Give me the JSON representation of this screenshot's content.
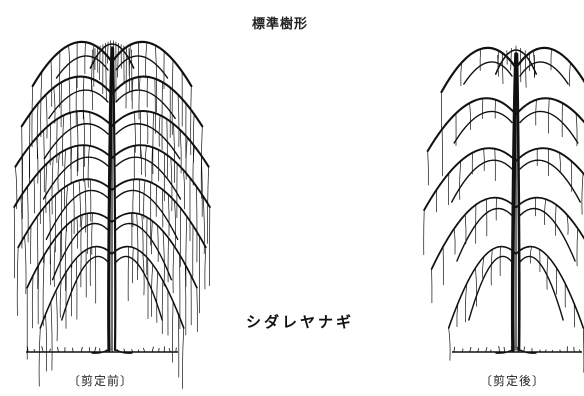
{
  "figure": {
    "title": "標準樹形",
    "species": "シダレヤナギ",
    "before_caption": "〔剪定前〕",
    "after_caption": "〔剪定後〕"
  }
}
